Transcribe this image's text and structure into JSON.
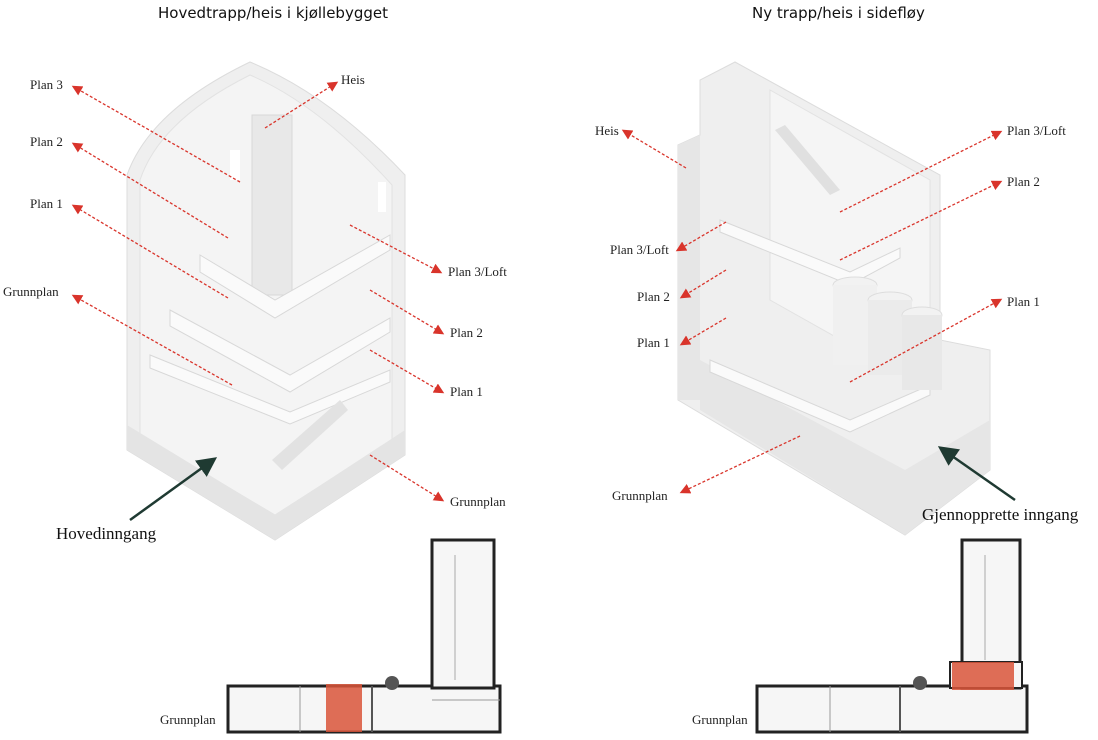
{
  "left": {
    "title": "Hovedtrapp/heis i kjøllebygget",
    "labels": {
      "plan3": "Plan 3",
      "heis": "Heis",
      "plan2": "Plan 2",
      "plan1": "Plan 1",
      "grunnplan": "Grunnplan",
      "plan3_loft_r": "Plan 3/Loft",
      "plan2_r": "Plan 2",
      "plan1_r": "Plan 1",
      "grunnplan_r": "Grunnplan"
    },
    "entrance": "Hovedinngang",
    "floorplan_label": "Grunnplan"
  },
  "right": {
    "title": "Ny trapp/heis i sidefløy",
    "labels": {
      "heis": "Heis",
      "plan3_loft_r": "Plan 3/Loft",
      "plan2_r": "Plan 2",
      "plan3_loft_l": "Plan 3/Loft",
      "plan2_l": "Plan 2",
      "plan1_l": "Plan 1",
      "plan1_r": "Plan 1",
      "grunnplan": "Grunnplan"
    },
    "entrance": "Gjennopprette inngang",
    "floorplan_label": "Grunnplan"
  },
  "colors": {
    "arrow": "#d9342b",
    "highlight": "#d9553a",
    "building": "#ececec",
    "entrance_arrow": "#1f3a32"
  }
}
